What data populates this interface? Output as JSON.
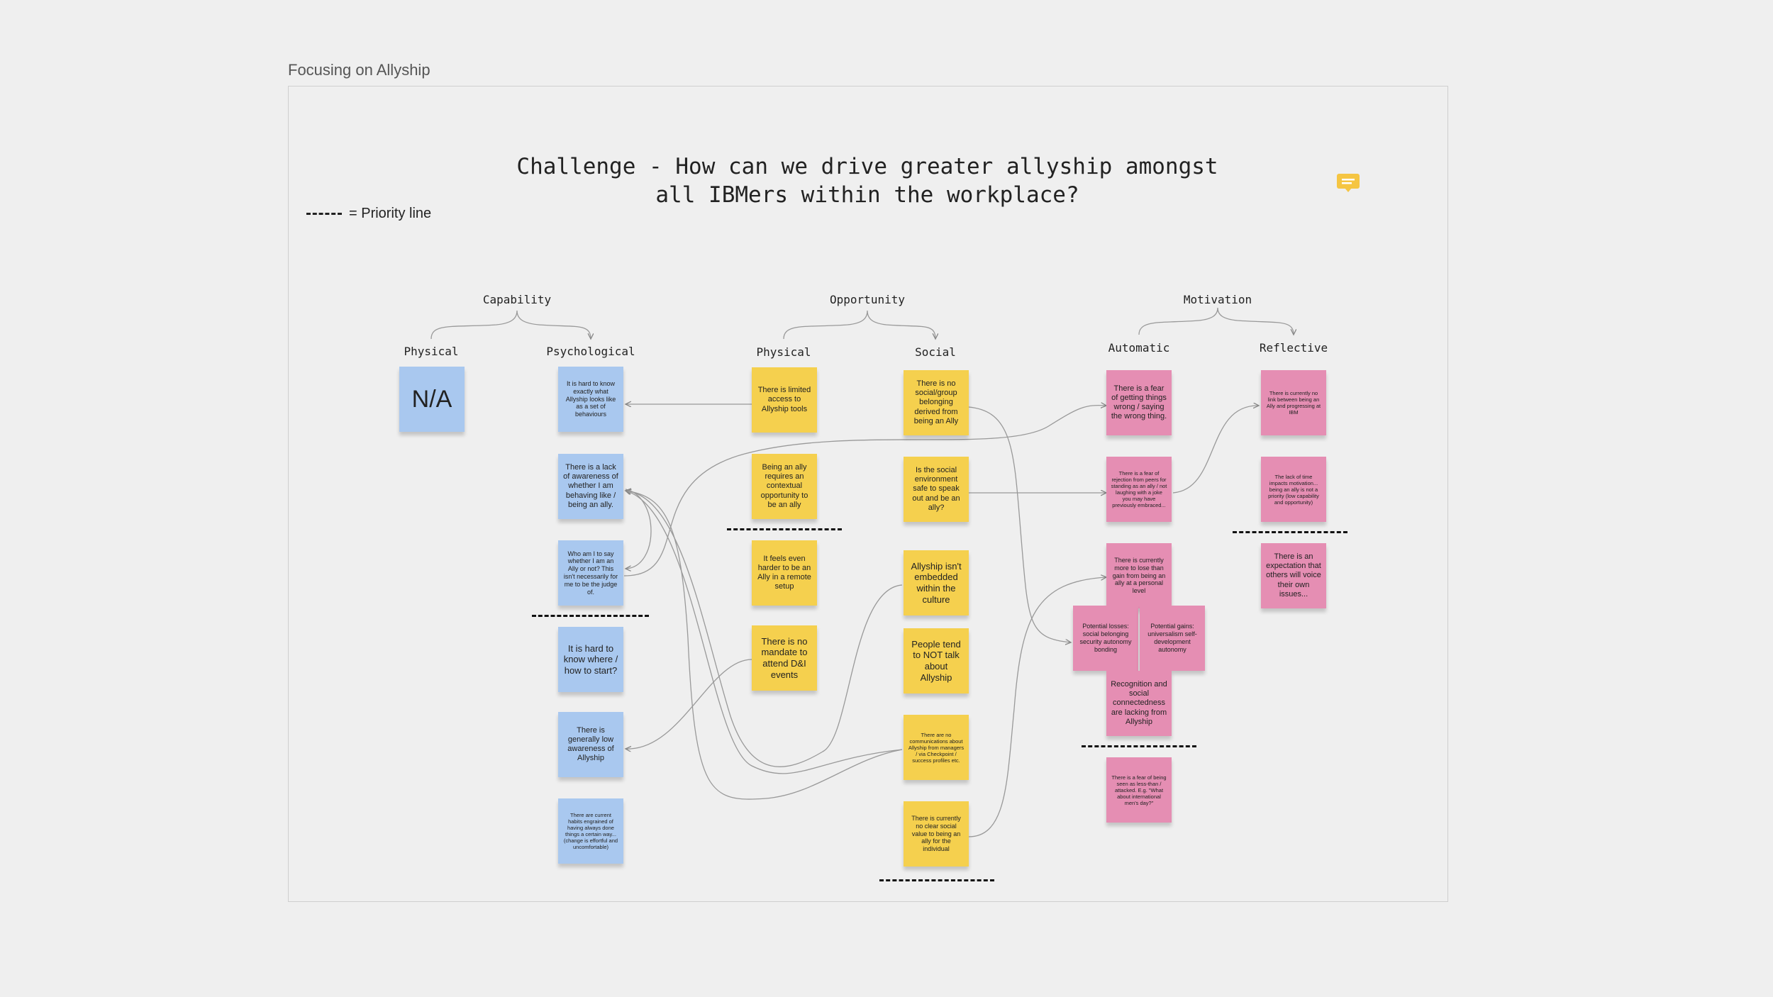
{
  "frame": {
    "label": "Focusing on Allyship"
  },
  "title": "Challenge - How can we drive greater allyship amongst\nall IBMers within the workplace?",
  "legend": {
    "text": "= Priority line"
  },
  "comment_icon": "comment-icon",
  "colors": {
    "blue": "#a9c8ef",
    "yellow": "#f5d04e",
    "pink": "#e58eb3"
  },
  "groups": {
    "capability": "Capability",
    "opportunity": "Opportunity",
    "motivation": "Motivation"
  },
  "subgroups": {
    "cap_physical": "Physical",
    "cap_psychological": "Psychological",
    "opp_physical": "Physical",
    "opp_social": "Social",
    "mot_automatic": "Automatic",
    "mot_reflective": "Reflective"
  },
  "notes": {
    "na": "N/A",
    "psy1": "It is hard to know exactly what Allyship looks like as a set of behaviours",
    "psy2": "There is a lack of awareness of whether I am behaving like / being an ally.",
    "psy3": "Who am I to say whether I am an Ally or not? This isn't necessarily for me to be the judge of.",
    "psy4": "It is hard to know where / how to start?",
    "psy5": "There is generally low awareness of Allyship",
    "psy6": "There are current habits engrained of having always done things a certain way... (change is effortful and uncomfortable)",
    "op1": "There is limited access to Allyship tools",
    "op2": "Being an ally requires an contextual opportunity to be an ally",
    "op3": "It feels even harder to be an Ally in a remote setup",
    "op4": "There is no mandate to attend D&I events",
    "os1": "There is no social/group belonging derived from being an Ally",
    "os2": "Is the social environment safe to speak out and be an ally?",
    "os3": "Allyship isn't embedded within the culture",
    "os4": "People tend to NOT talk about Allyship",
    "os5": "There are no communications about Allyship from managers / via Checkpoint / success profiles etc.",
    "os6": "There is currently no clear social value to being an ally for the individual",
    "ma1": "There is a fear of getting things wrong / saying the wrong thing.",
    "ma2": "There is a fear of rejection from peers for standing as an ally / not laughing with a joke you may have previously embraced...",
    "ma3": "There is currently more to lose than gain from being an ally at a personal level",
    "ma4": "Potential losses: social belonging security autonomy bonding",
    "ma5": "Potential gains: universalism self-development autonomy",
    "ma6": "Recognition and social connectedness are lacking from Allyship",
    "ma7": "There is a fear of being seen as less-than / attacked. E.g. \"What about international men's day?\"",
    "mr1": "There is currently no link between being an Ally and progressing at IBM",
    "mr2": "The lack of time impacts motivation... being an ally is not a priority (low capability and opportunity)",
    "mr3": "There is an expectation that others will voice their own issues..."
  }
}
